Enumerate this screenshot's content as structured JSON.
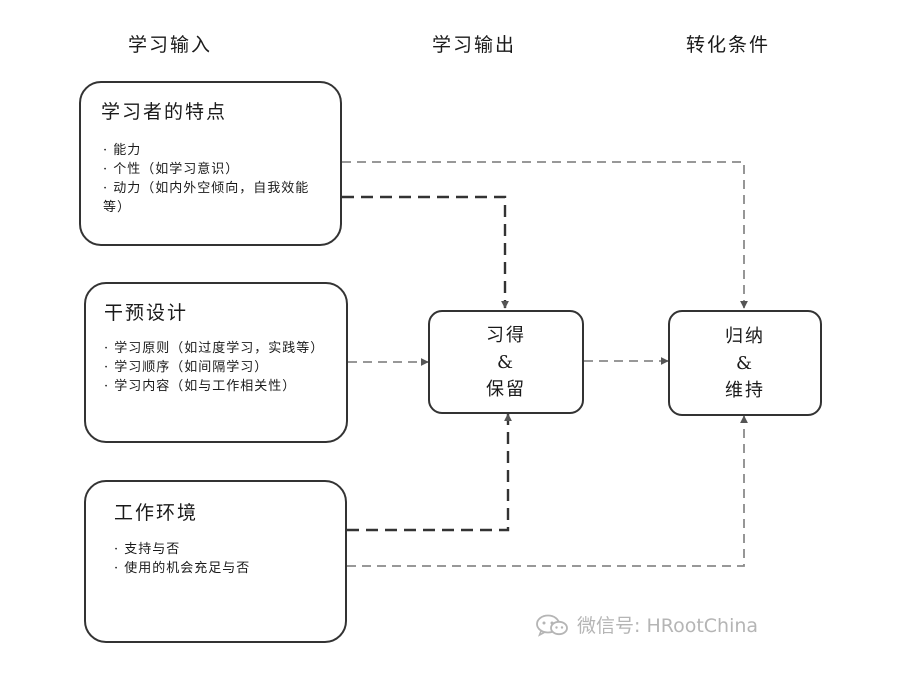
{
  "headers": {
    "input": "学习输入",
    "output": "学习输出",
    "condition": "转化条件"
  },
  "learner_box": {
    "title": "学习者的特点",
    "items": [
      "· 能力",
      "· 个性（如学习意识）",
      "· 动力（如内外空倾向，自我效能等）"
    ]
  },
  "intervention_box": {
    "title": "干预设计",
    "items": [
      "· 学习原则（如过度学习，实践等）",
      "· 学习顺序（如间隔学习）",
      "·  学习内容（如与工作相关性）"
    ]
  },
  "workenv_box": {
    "title": "工作环境",
    "items": [
      "· 支持与否",
      "· 使用的机会充足与否"
    ]
  },
  "acquire_box": {
    "line1": "习得",
    "line2": "&",
    "line3": "保留"
  },
  "generalize_box": {
    "line1": "归纳",
    "line2": "&",
    "line3": "维持"
  },
  "watermark": {
    "icon": "wechat-icon",
    "text": "微信号: HRootChina"
  },
  "colors": {
    "border": "#333333",
    "arrow_dark": "#333333",
    "arrow_light": "#888888",
    "watermark": "#b5b5b5"
  }
}
